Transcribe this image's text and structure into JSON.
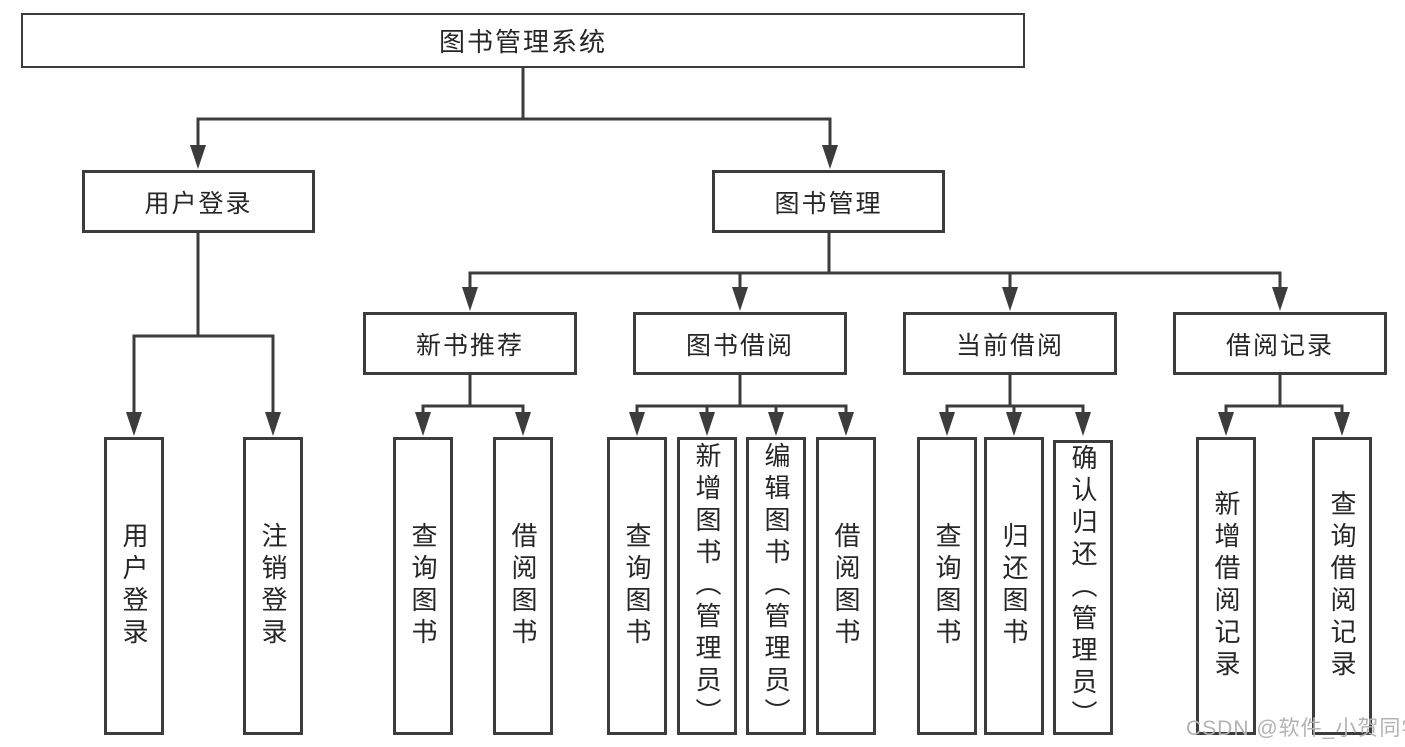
{
  "tree": {
    "root": "图书管理系统",
    "children": [
      {
        "label": "用户登录",
        "children": [
          "用户登录",
          "注销登录"
        ]
      },
      {
        "label": "图书管理",
        "children": [
          {
            "label": "新书推荐",
            "children": [
              "查询图书",
              "借阅图书"
            ]
          },
          {
            "label": "图书借阅",
            "children": [
              "查询图书",
              "新增图书（管理员）",
              "编辑图书（管理员）",
              "借阅图书"
            ]
          },
          {
            "label": "当前借阅",
            "children": [
              "查询图书",
              "归还图书",
              "确认归还（管理员）"
            ]
          },
          {
            "label": "借阅记录",
            "children": [
              "新增借阅记录",
              "查询借阅记录"
            ]
          }
        ]
      }
    ]
  },
  "watermark": {
    "text": "CSDN @软件_小贺同学"
  },
  "colors": {
    "line": "#3c3c3c",
    "text": "#262626",
    "box_background": "#ffffff",
    "page_background": "#ffffff",
    "watermark": "#b3b3b3"
  }
}
